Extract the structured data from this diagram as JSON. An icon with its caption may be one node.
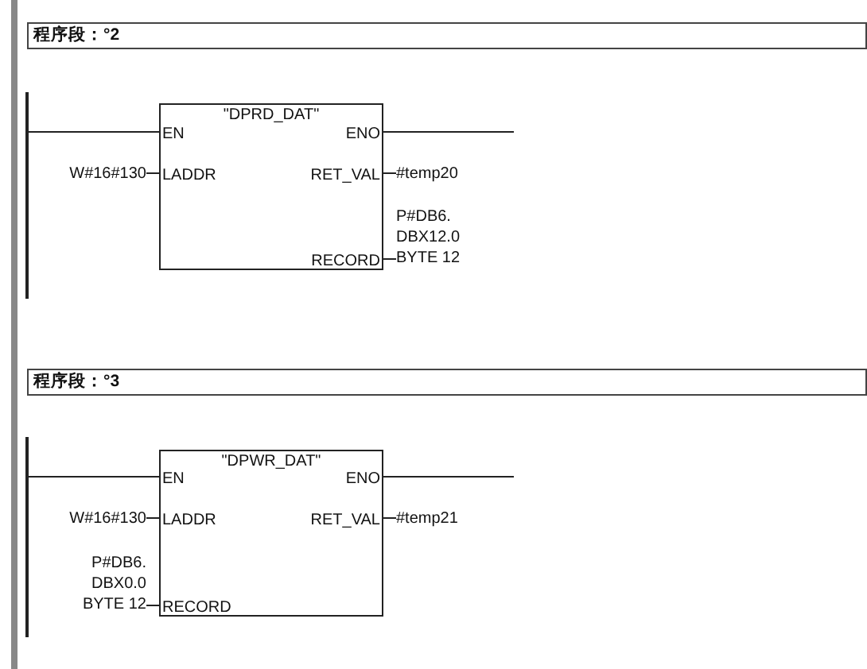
{
  "diagram": {
    "nodes": [
      {
        "text": [
          "程序段：°2"
        ]
      },
      {
        "text": [],
        "shape": "bar"
      },
      {
        "text": [
          "W#16#130"
        ]
      },
      {
        "text": [
          "\"DPRD_DAT\"",
          "EN",
          "ENO",
          "LADDR",
          "RET_VAL",
          "RECORD"
        ]
      },
      {
        "text": [
          "#temp20"
        ]
      },
      {
        "text": [
          "P#DB6. DBX12.0 BYTE 12"
        ]
      },
      {
        "text": [
          "程序段：°3"
        ]
      },
      {
        "text": [],
        "shape": "bar"
      },
      {
        "text": [
          "W#16#130"
        ]
      },
      {
        "text": [
          "P#DB6. DBX0.0 BYTE 12"
        ]
      },
      {
        "text": [
          "\"DPWR_DAT\"",
          "EN",
          "ENO",
          "LADDR",
          "RET_VAL",
          "RECORD"
        ]
      },
      {
        "text": [
          "#temp21"
        ]
      }
    ],
    "edges": [
      {
        "from": 1,
        "to": 3,
        "arrow": "none"
      },
      {
        "from": 3,
        "to": null,
        "arrow": "none"
      },
      {
        "from": 2,
        "to": 3,
        "arrow": "none"
      },
      {
        "from": 3,
        "to": 4,
        "arrow": "none"
      },
      {
        "from": 3,
        "to": 5,
        "arrow": "none"
      },
      {
        "from": 7,
        "to": 10,
        "arrow": "none"
      },
      {
        "from": 10,
        "to": null,
        "arrow": "none"
      },
      {
        "from": 8,
        "to": 10,
        "arrow": "none"
      },
      {
        "from": 9,
        "to": 10,
        "arrow": "none"
      },
      {
        "from": 10,
        "to": 11,
        "arrow": "none"
      }
    ]
  }
}
